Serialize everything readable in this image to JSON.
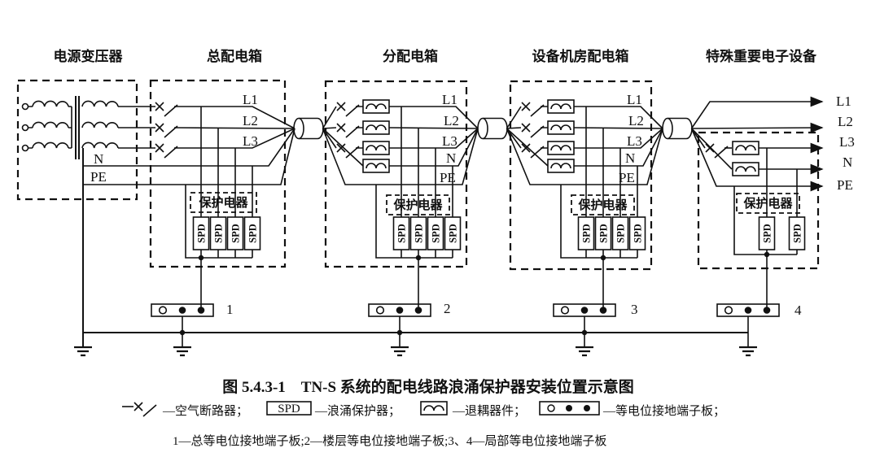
{
  "titles": {
    "transformer": "电源变压器",
    "main_box": "总配电箱",
    "sub_box": "分配电箱",
    "equip_box": "设备机房配电箱",
    "special": "特殊重要电子设备"
  },
  "lines": {
    "l1": "L1",
    "l2": "L2",
    "l3": "L3",
    "n": "N",
    "pe": "PE"
  },
  "labels": {
    "protector": "保护电器",
    "spd": "SPD"
  },
  "terminals": {
    "n1": "1",
    "n2": "2",
    "n3": "3",
    "n4": "4"
  },
  "caption": "图 5.4.3-1　TN-S 系统的配电线路浪涌保护器安装位置示意图",
  "legend": {
    "breaker": "—空气断路器；",
    "spd": "—浪涌保护器；",
    "decoupler": "—退耦器件；",
    "board": "—等电位接地端子板；",
    "note": "1—总等电位接地端子板;2—楼层等电位接地端子板;3、4—局部等电位接地端子板"
  },
  "colors": {
    "ink": "#111111",
    "background": "#ffffff"
  }
}
